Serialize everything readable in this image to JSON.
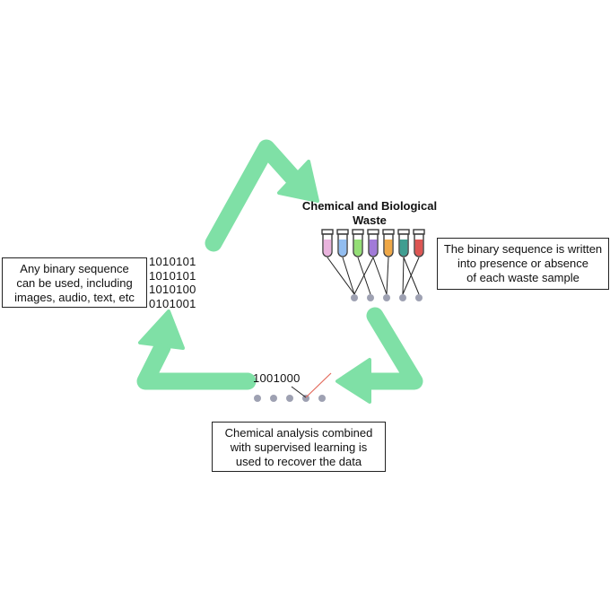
{
  "colors": {
    "arrow": "#7fe0a6",
    "dot": "#9ea1b2",
    "line": "#222222",
    "cut_mark": "#e36a5c",
    "tube_outline": "#3a3a3a"
  },
  "cycle": {
    "arrows": [
      "top-left-to-top-right",
      "right-to-bottom",
      "bottom-to-left"
    ]
  },
  "input_box": {
    "lines": [
      "Any binary sequence",
      "can be used, including",
      "images, audio, text, etc"
    ]
  },
  "binary_input": {
    "lines": [
      "1010101",
      "1010101",
      "1010100",
      "0101001"
    ]
  },
  "waste": {
    "title_lines": [
      "Chemical and Biological",
      "Waste"
    ],
    "tube_colors": [
      "#e9b3dd",
      "#92bdf0",
      "#94de76",
      "#a17ad8",
      "#efa847",
      "#3f9e91",
      "#dd5653"
    ],
    "bead_count": 5
  },
  "write_box": {
    "lines": [
      "The binary sequence is written",
      "into presence or absence",
      "of each waste sample"
    ]
  },
  "recovered": {
    "sequence": "1001000",
    "bead_count": 5
  },
  "analysis_box": {
    "lines": [
      "Chemical analysis combined",
      "with supervised learning is",
      "used to recover the data"
    ]
  }
}
